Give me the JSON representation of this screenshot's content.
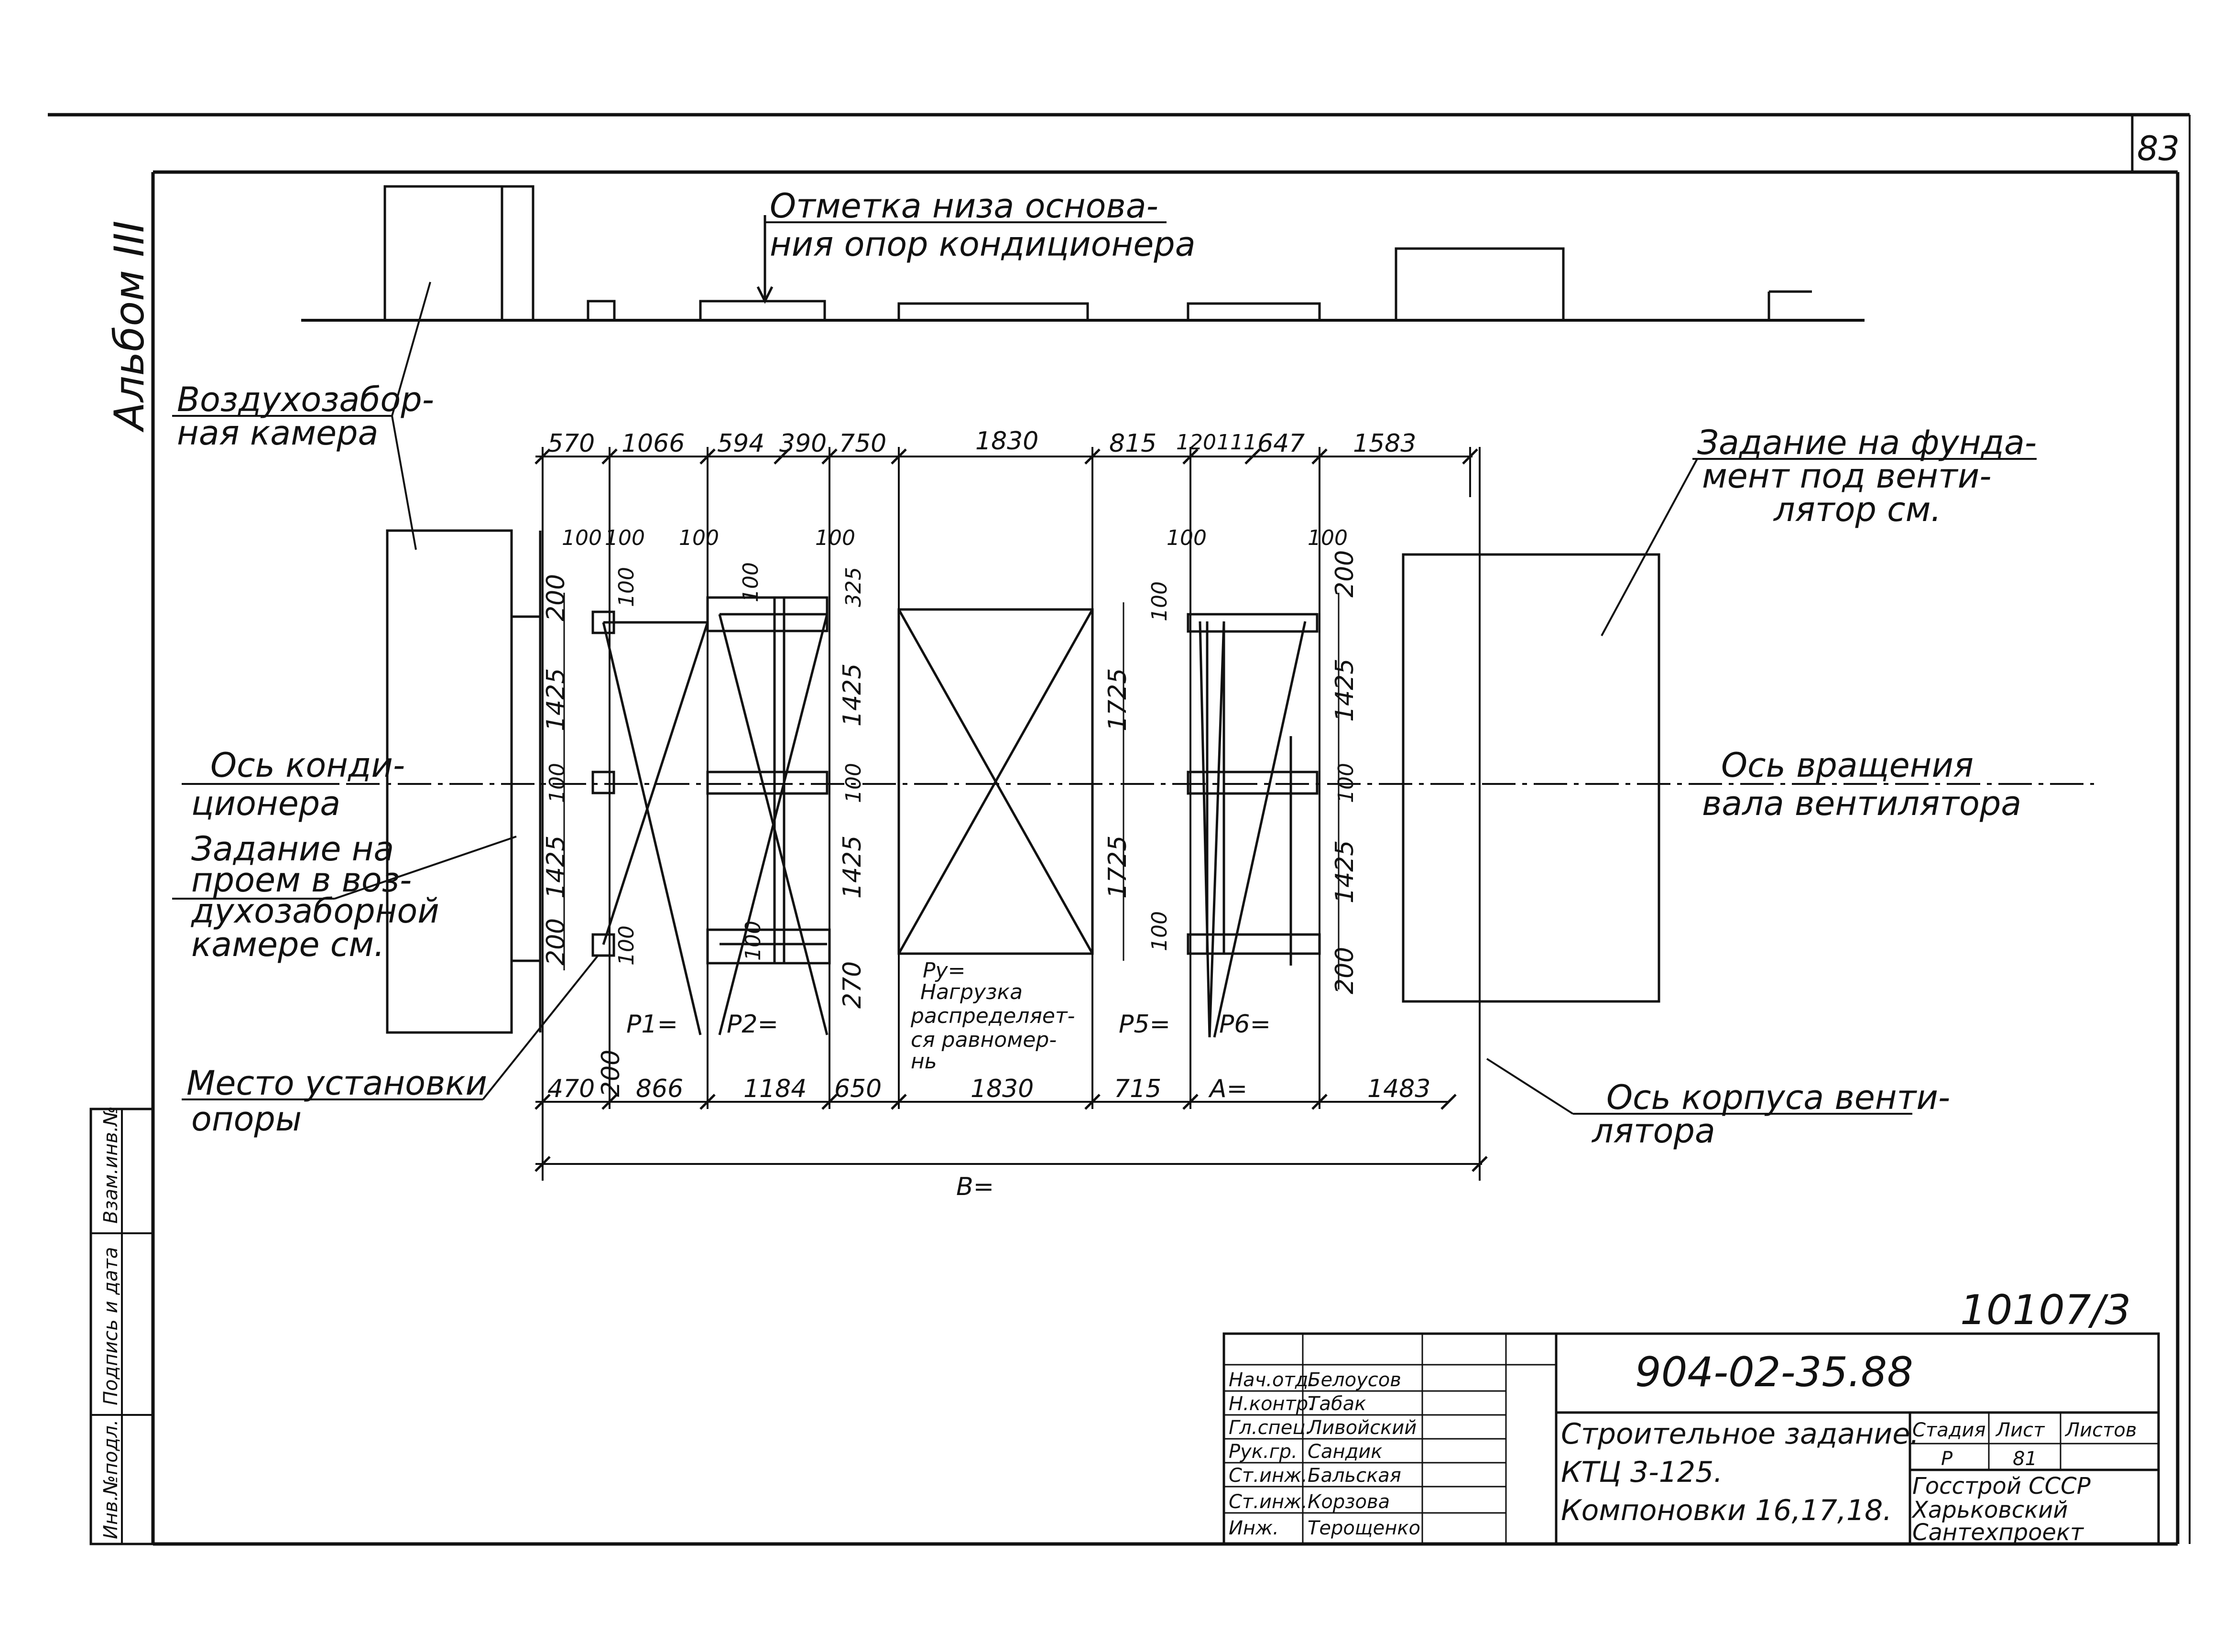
{
  "sheet": {
    "page_number": "83",
    "album": "Альбом III",
    "drawing_ref": "10107/3",
    "doc_code": "904-02-35.88"
  },
  "labels": {
    "base_mark": [
      "Отметка низа основа-",
      "ния опор кондиционера"
    ],
    "air_chamber": [
      "Воздухозабор-",
      "ная камера"
    ],
    "foundation_task": [
      "Задание на фунда-",
      "мент под венти-",
      "лятор см."
    ],
    "conditioner_axis": [
      "Ось конди-",
      "ционера"
    ],
    "shaft_axis": [
      "Ось вращения",
      "вала вентилятора"
    ],
    "opening_task": [
      "Задание на",
      "проем в воз-",
      "духозаборной",
      "камере см."
    ],
    "support_place": [
      "Место установки",
      "опоры"
    ],
    "fan_housing_axis": [
      "Ось корпуса венти-",
      "лятора"
    ],
    "load": [
      "Pу=",
      "Нагрузка",
      "распределяет-",
      "ся равномер-",
      "нь"
    ]
  },
  "dimensions": {
    "top": [
      "570",
      "1066",
      "594",
      "390",
      "750",
      "1830",
      "815",
      "120",
      "111",
      "647",
      "1583"
    ],
    "bottom": [
      "470",
      "200",
      "866",
      "1184",
      "650",
      "1830",
      "715",
      "A=",
      "1483"
    ],
    "total": "B=",
    "vertical_left": [
      "200",
      "1425",
      "100",
      "1425",
      "200"
    ],
    "vertical_mid": [
      "1425",
      "100",
      "1425",
      "270",
      "325"
    ],
    "vertical_center": [
      "1725",
      "1725"
    ],
    "vertical_right": [
      "200",
      "1425",
      "100",
      "1425",
      "200"
    ],
    "small": [
      "100",
      "100",
      "100",
      "100",
      "100",
      "100",
      "100",
      "100",
      "100",
      "100",
      "100",
      "100"
    ],
    "loads": [
      "P1=",
      "P2=",
      "P5=",
      "P6="
    ]
  },
  "title_block": {
    "roles": [
      "Нач.отд.",
      "Н.контр.",
      "Гл.спец.",
      "Рук.гр.",
      "Ст.инж.",
      "Ст.инж.",
      "Инж."
    ],
    "names": [
      "Белоусов",
      "Табак",
      "Ливойский",
      "Сандик",
      "Бальская",
      "Корзова",
      "Терощенко"
    ],
    "title": [
      "Строительное задание.",
      "КТЦ 3-125.",
      "Компоновки 16,17,18."
    ],
    "stage_header": [
      "Стадия",
      "Лист",
      "Листов"
    ],
    "stage_values": [
      "Р",
      "81",
      ""
    ],
    "org": [
      "Госстрой СССР",
      "Харьковский",
      "Сантехпроект"
    ]
  },
  "side_stamp": [
    "Инв.№подл.",
    "Подпись и дата",
    "Взам.инв.№"
  ]
}
